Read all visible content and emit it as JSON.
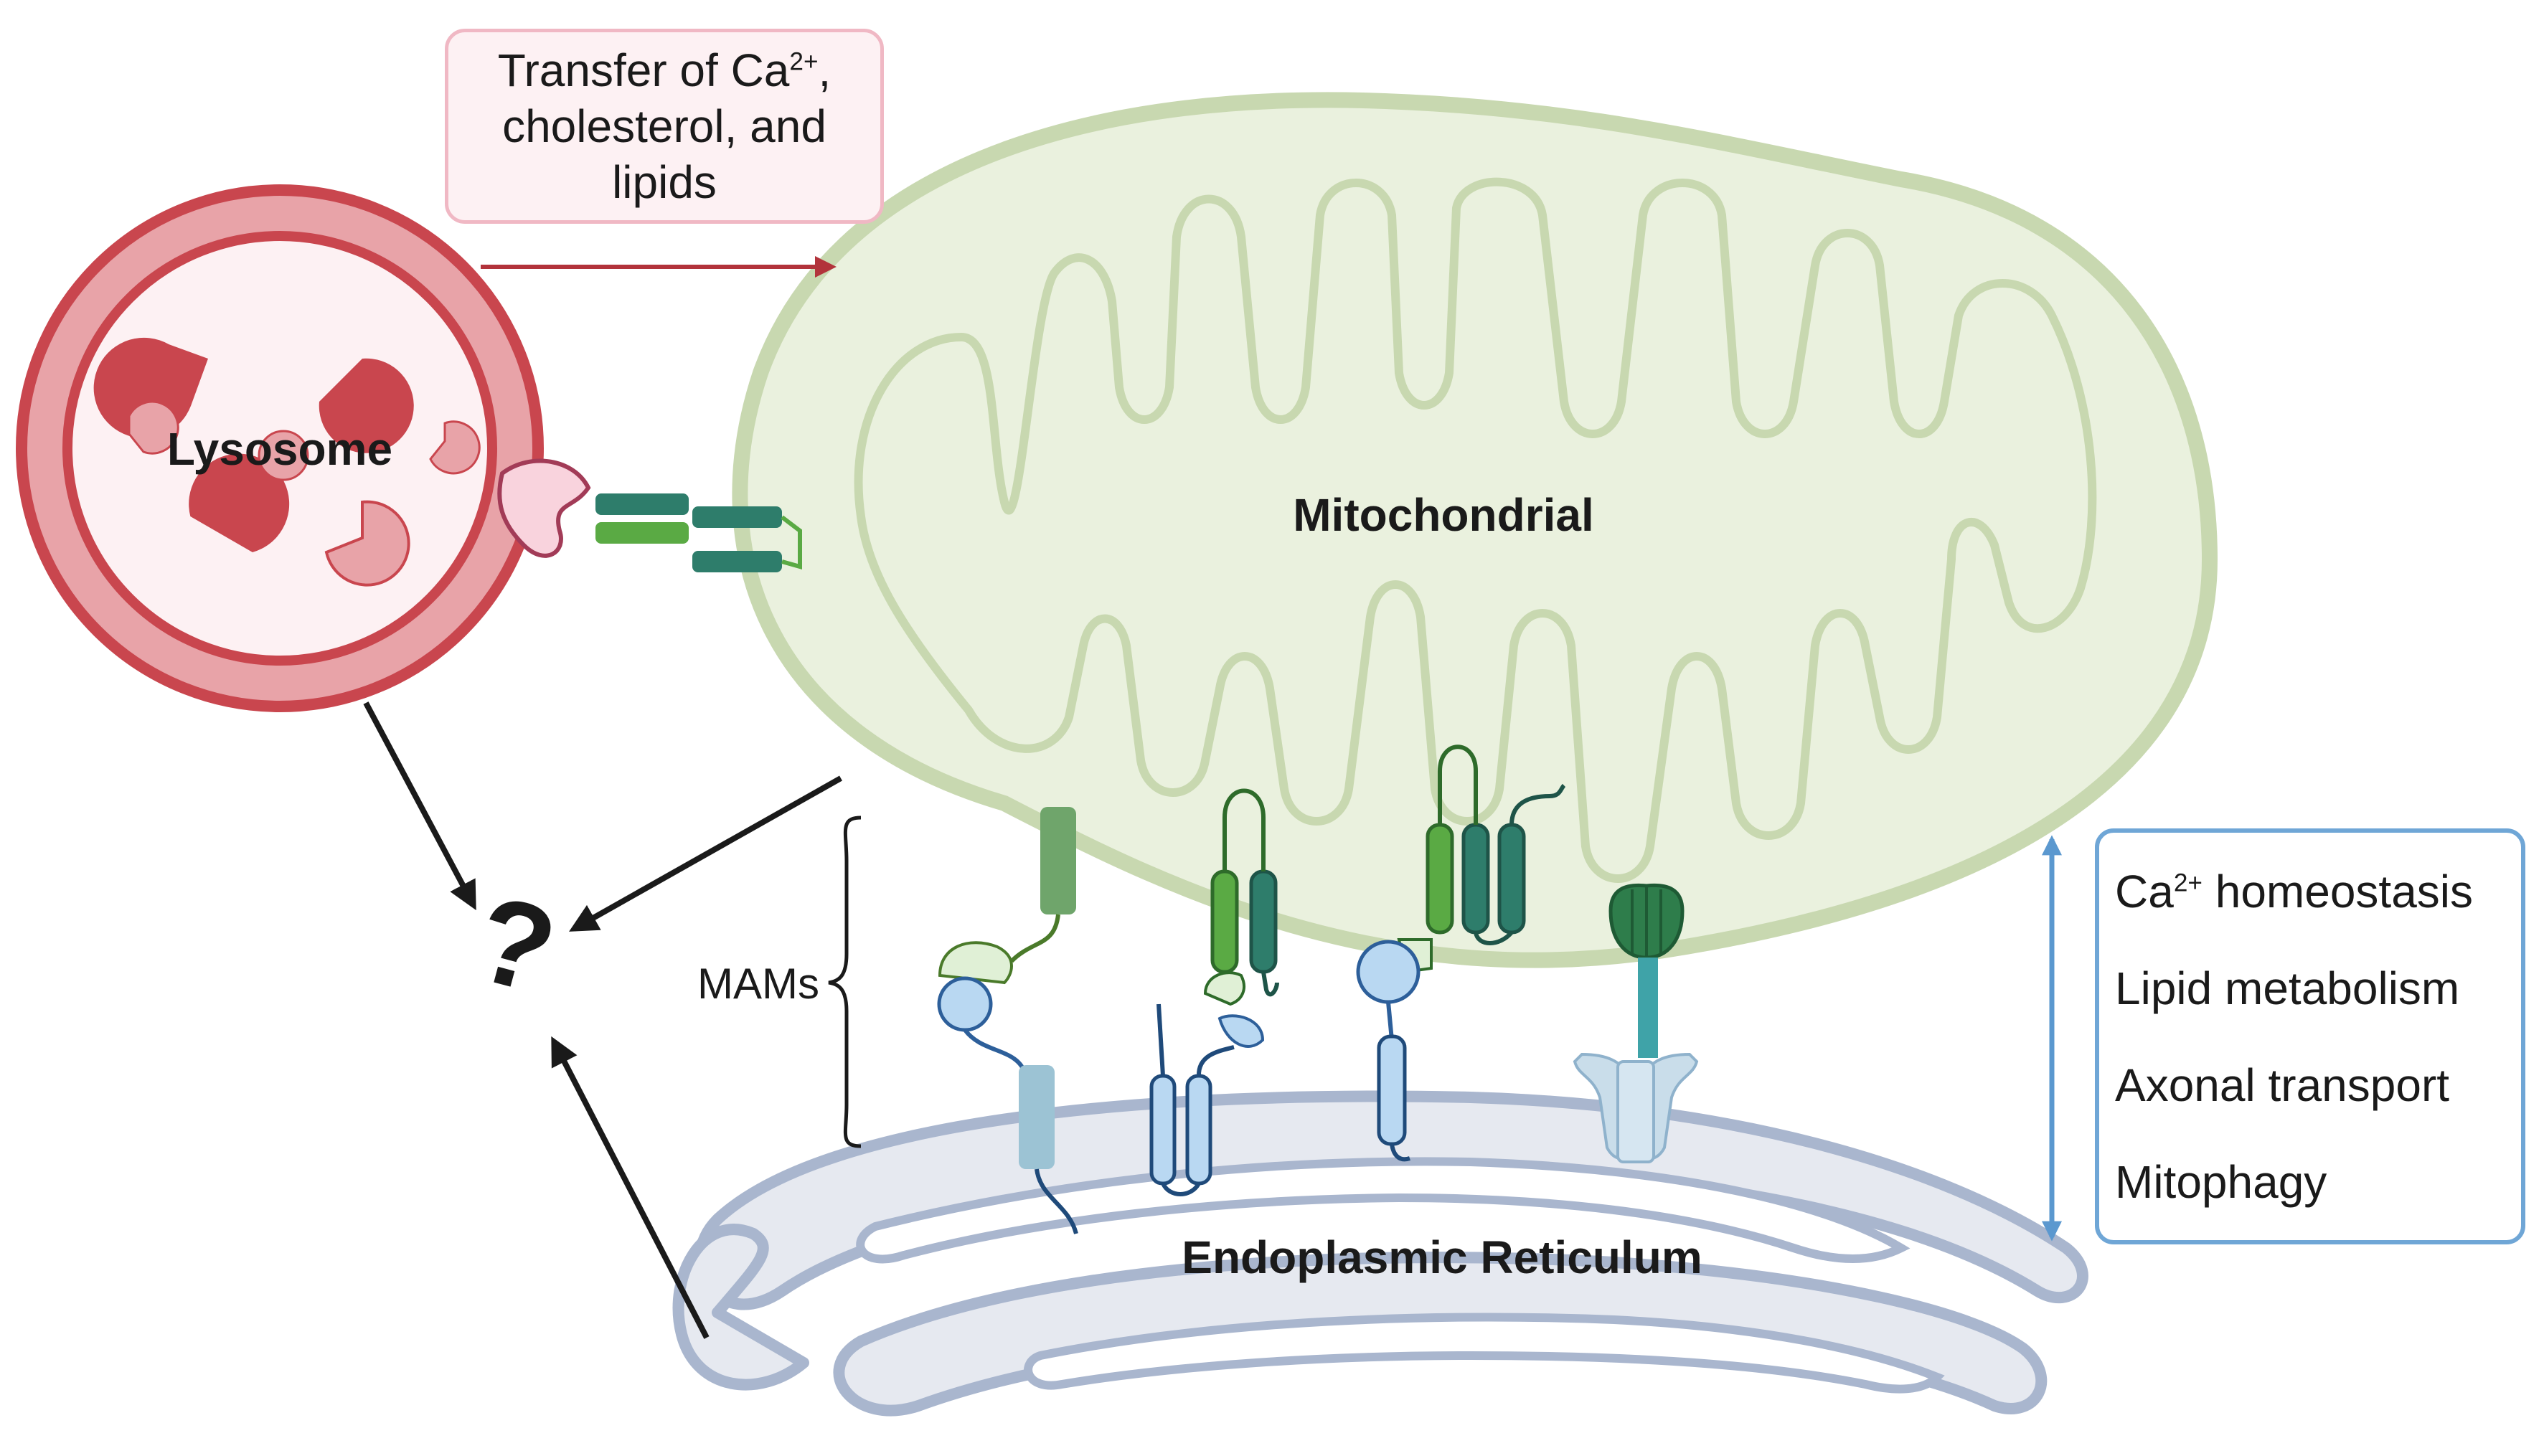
{
  "labels": {
    "lysosome": "Lysosome",
    "mitochondrial": "Mitochondrial",
    "er": "Endoplasmic Reticulum",
    "mams": "MAMs",
    "question": "?"
  },
  "transfer_box": {
    "line1_main": "Transfer of Ca",
    "line1_sup": "2+",
    "line1_tail": ",",
    "line2": "cholesterol, and",
    "line3": "lipids"
  },
  "functions_box": {
    "ca_main": "Ca",
    "ca_sup": "2+",
    "ca_tail": " homeostasis",
    "lipid": "Lipid metabolism",
    "axonal": "Axonal transport",
    "mitophagy": "Mitophagy"
  },
  "colors": {
    "lysosome_red": "#c9464e",
    "lysosome_pink": "#e8a3a8",
    "mito_green": "#c8d8b0",
    "mito_fill": "#eaf1de",
    "er_blue": "#9fb0cc",
    "er_fill": "#e6e9f0",
    "arrow_red": "#b2333b",
    "arrow_blue": "#5b98cf"
  }
}
